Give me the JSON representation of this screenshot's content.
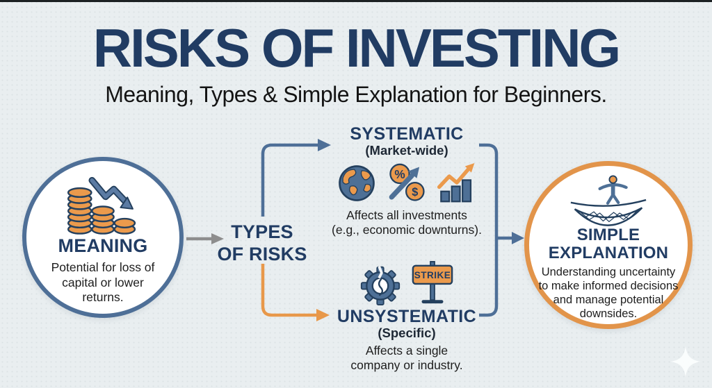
{
  "page": {
    "title": "RISKS OF INVESTING",
    "subtitle": "Meaning, Types & Simple Explanation for Beginners."
  },
  "palette": {
    "navy": "#213c63",
    "steel_blue": "#4e6f97",
    "orange": "#e8964a",
    "gray_arrow": "#8d8d8d",
    "background": "#e9eef0",
    "circle_fill": "#ffffff",
    "body_text": "#1d1d1d"
  },
  "meaning": {
    "heading": "MEANING",
    "body": "Potential for loss of capital or lower returns.",
    "icon": "coins-decline-icon"
  },
  "types": {
    "heading_line1": "TYPES",
    "heading_line2": "OF RISKS"
  },
  "systematic": {
    "heading": "SYSTEMATIC",
    "subheading": "(Market-wide)",
    "body_line1": "Affects all investments",
    "body_line2": "(e.g., economic downturns).",
    "icons": [
      "globe-icon",
      "percent-dollar-icon",
      "growth-chart-icon"
    ]
  },
  "unsystematic": {
    "heading": "UNSYSTEMATIC",
    "subheading": "(Specific)",
    "body_line1": "Affects a single",
    "body_line2": "company or industry.",
    "strike_label": "STRIKE",
    "icons": [
      "broken-gear-icon",
      "strike-sign-icon"
    ]
  },
  "simple_explanation": {
    "heading_line1": "SIMPLE",
    "heading_line2": "EXPLANATION",
    "body": "Understanding uncertainty to make informed decisions and manage potential downsides.",
    "icon": "tightrope-walker-icon"
  }
}
